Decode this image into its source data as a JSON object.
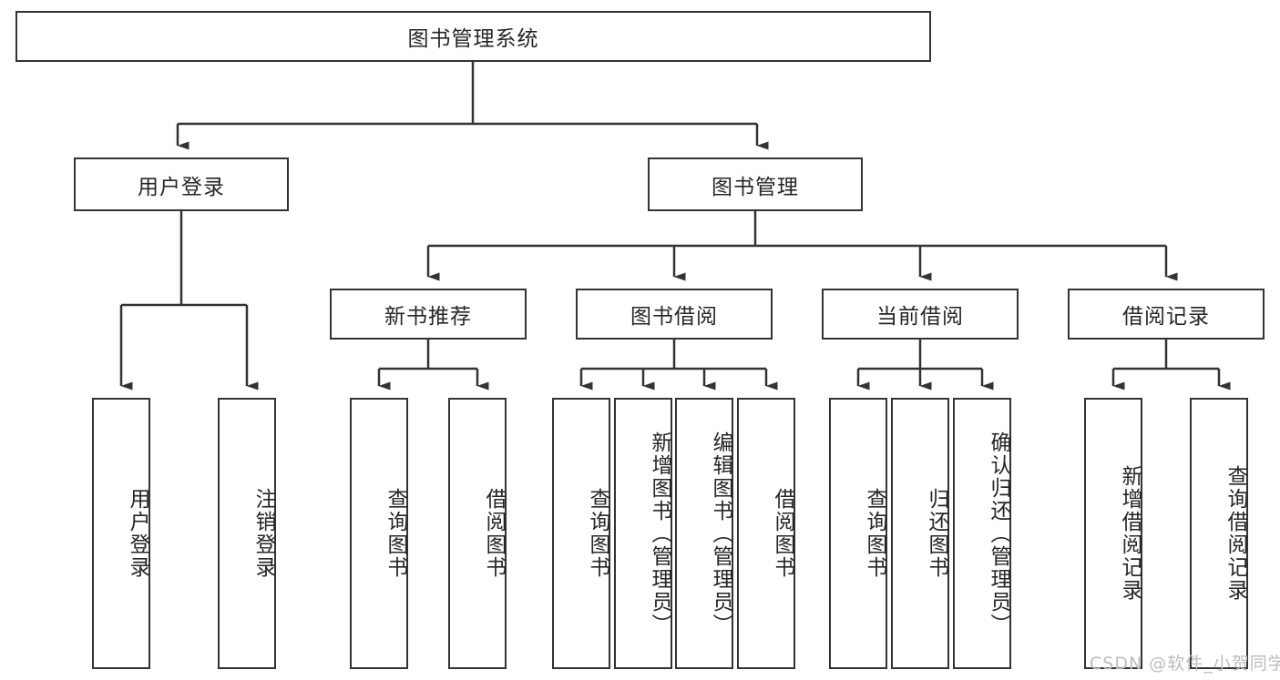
{
  "diagram": {
    "title": "图书管理系统",
    "type": "tree-hierarchy-diagram",
    "root": {
      "label": "图书管理系统"
    },
    "level2": [
      {
        "label": "用户登录"
      },
      {
        "label": "图书管理"
      }
    ],
    "level3": [
      {
        "label": "新书推荐"
      },
      {
        "label": "图书借阅"
      },
      {
        "label": "当前借阅"
      },
      {
        "label": "借阅记录"
      }
    ],
    "leaves": [
      {
        "label": "用户登录"
      },
      {
        "label": "注销登录"
      },
      {
        "label": "查询图书"
      },
      {
        "label": "借阅图书"
      },
      {
        "label": "查询图书"
      },
      {
        "label": "新增图书（管理员）"
      },
      {
        "label": "编辑图书（管理员）"
      },
      {
        "label": "借阅图书"
      },
      {
        "label": "查询图书"
      },
      {
        "label": "归还图书"
      },
      {
        "label": "确认归还（管理员）"
      },
      {
        "label": "新增借阅记录"
      },
      {
        "label": "查询借阅记录"
      }
    ],
    "watermark": "CSDN @软件_小贺同学",
    "colors": {
      "stroke": "#333333",
      "text": "#262626",
      "background": "#ffffff",
      "watermark": "#bdbdbd"
    }
  }
}
